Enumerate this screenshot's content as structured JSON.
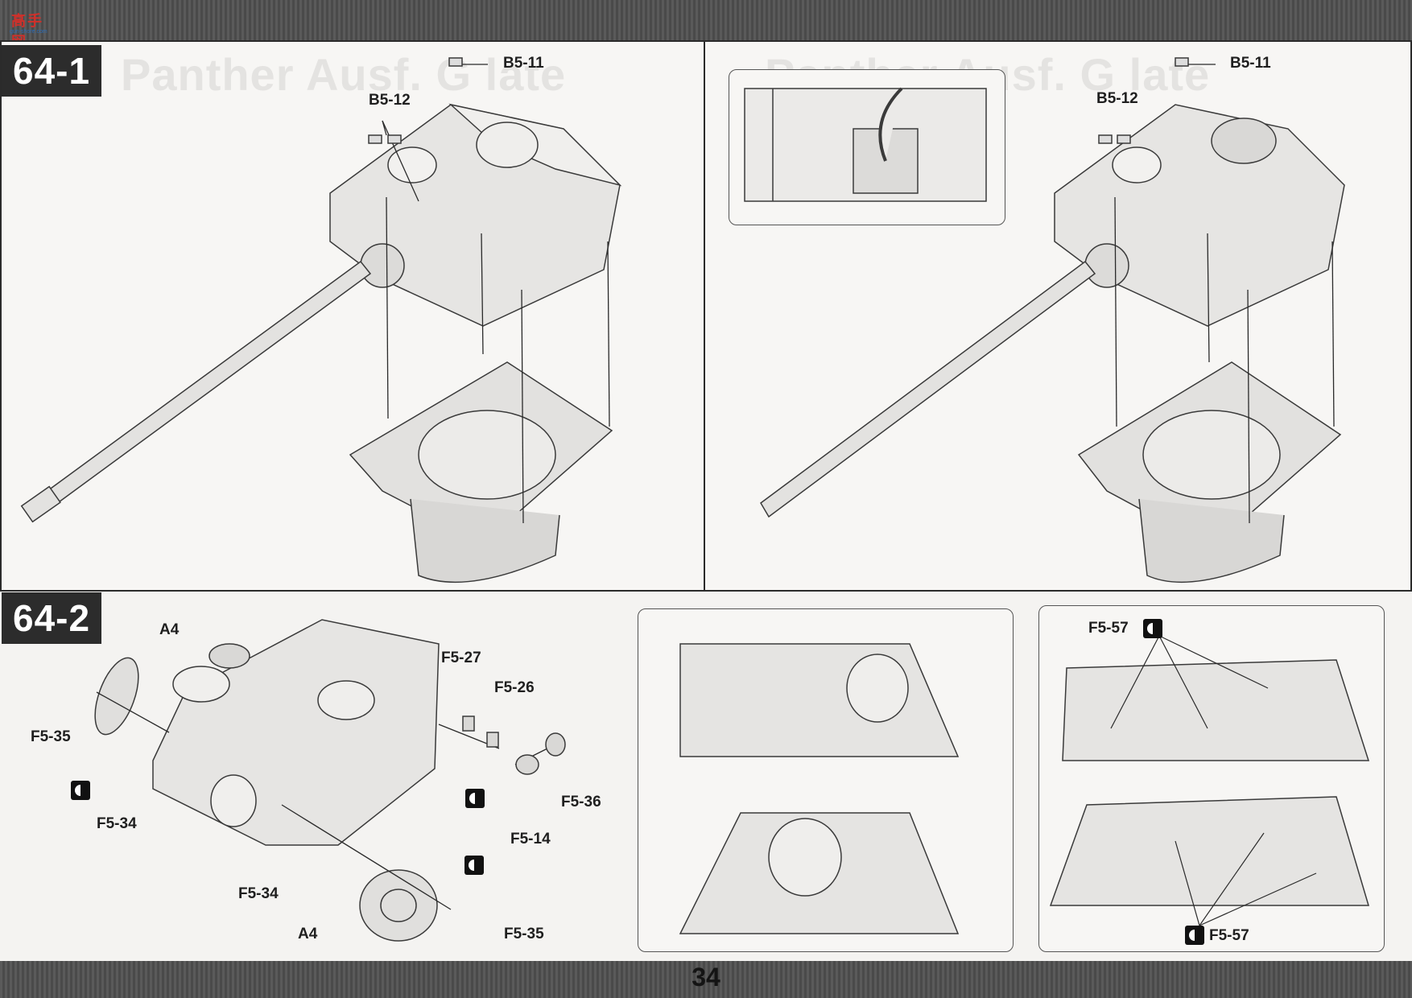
{
  "header": {
    "logo_text": "高手网",
    "logo_url": "gun-shore.com",
    "ghost_title_left": "Panther Ausf. G late",
    "ghost_title_right": "Panther Ausf. G late"
  },
  "step_64_1": {
    "label": "64-1",
    "left": {
      "b5_11": "B5-11",
      "b5_12": "B5-12"
    },
    "right": {
      "b5_11": "B5-11",
      "b5_12": "B5-12"
    }
  },
  "step_64_2": {
    "label": "64-2",
    "parts": {
      "a4_top": "A4",
      "f5_35_left": "F5-35",
      "f5_34_left": "F5-34",
      "f5_27": "F5-27",
      "f5_26": "F5-26",
      "f5_36": "F5-36",
      "f5_14": "F5-14",
      "f5_34_bottom": "F5-34",
      "a4_bottom": "A4",
      "f5_35_bottom": "F5-35"
    },
    "detail_right": {
      "f5_57_top": "F5-57",
      "f5_57_bottom": "F5-57"
    }
  },
  "footer": {
    "page_number": "34"
  },
  "colors": {
    "bar": "#4f4f4f",
    "label_bg": "#2c2c2c",
    "line": "#333333"
  }
}
